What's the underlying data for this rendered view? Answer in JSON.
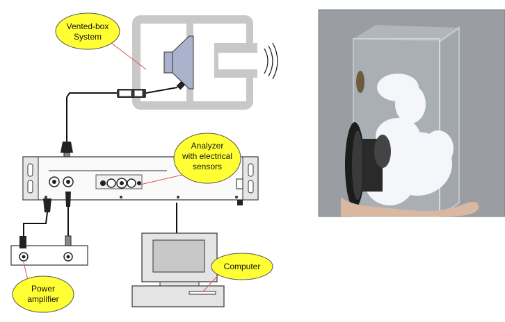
{
  "callouts": {
    "vented_box": {
      "line1": "Vented-box",
      "line2": "System"
    },
    "analyzer": {
      "line1": "Analyzer",
      "line2": "with electrical",
      "line3": "sensors"
    },
    "computer": {
      "line1": "Computer"
    },
    "power_amplifier": {
      "line1": "Power",
      "line2": "amplifier"
    }
  },
  "colors": {
    "callout_fill": "#ffff33",
    "callout_stroke": "#555555",
    "leader_line": "#e05050",
    "box_gray": "#c8c8c8",
    "photo_bg": "#9a9ea2"
  },
  "icons": {
    "speaker": "speaker-icon",
    "sound_waves": "sound-waves-icon",
    "xlr_connector": "xlr-connector-icon",
    "computer": "computer-icon"
  }
}
